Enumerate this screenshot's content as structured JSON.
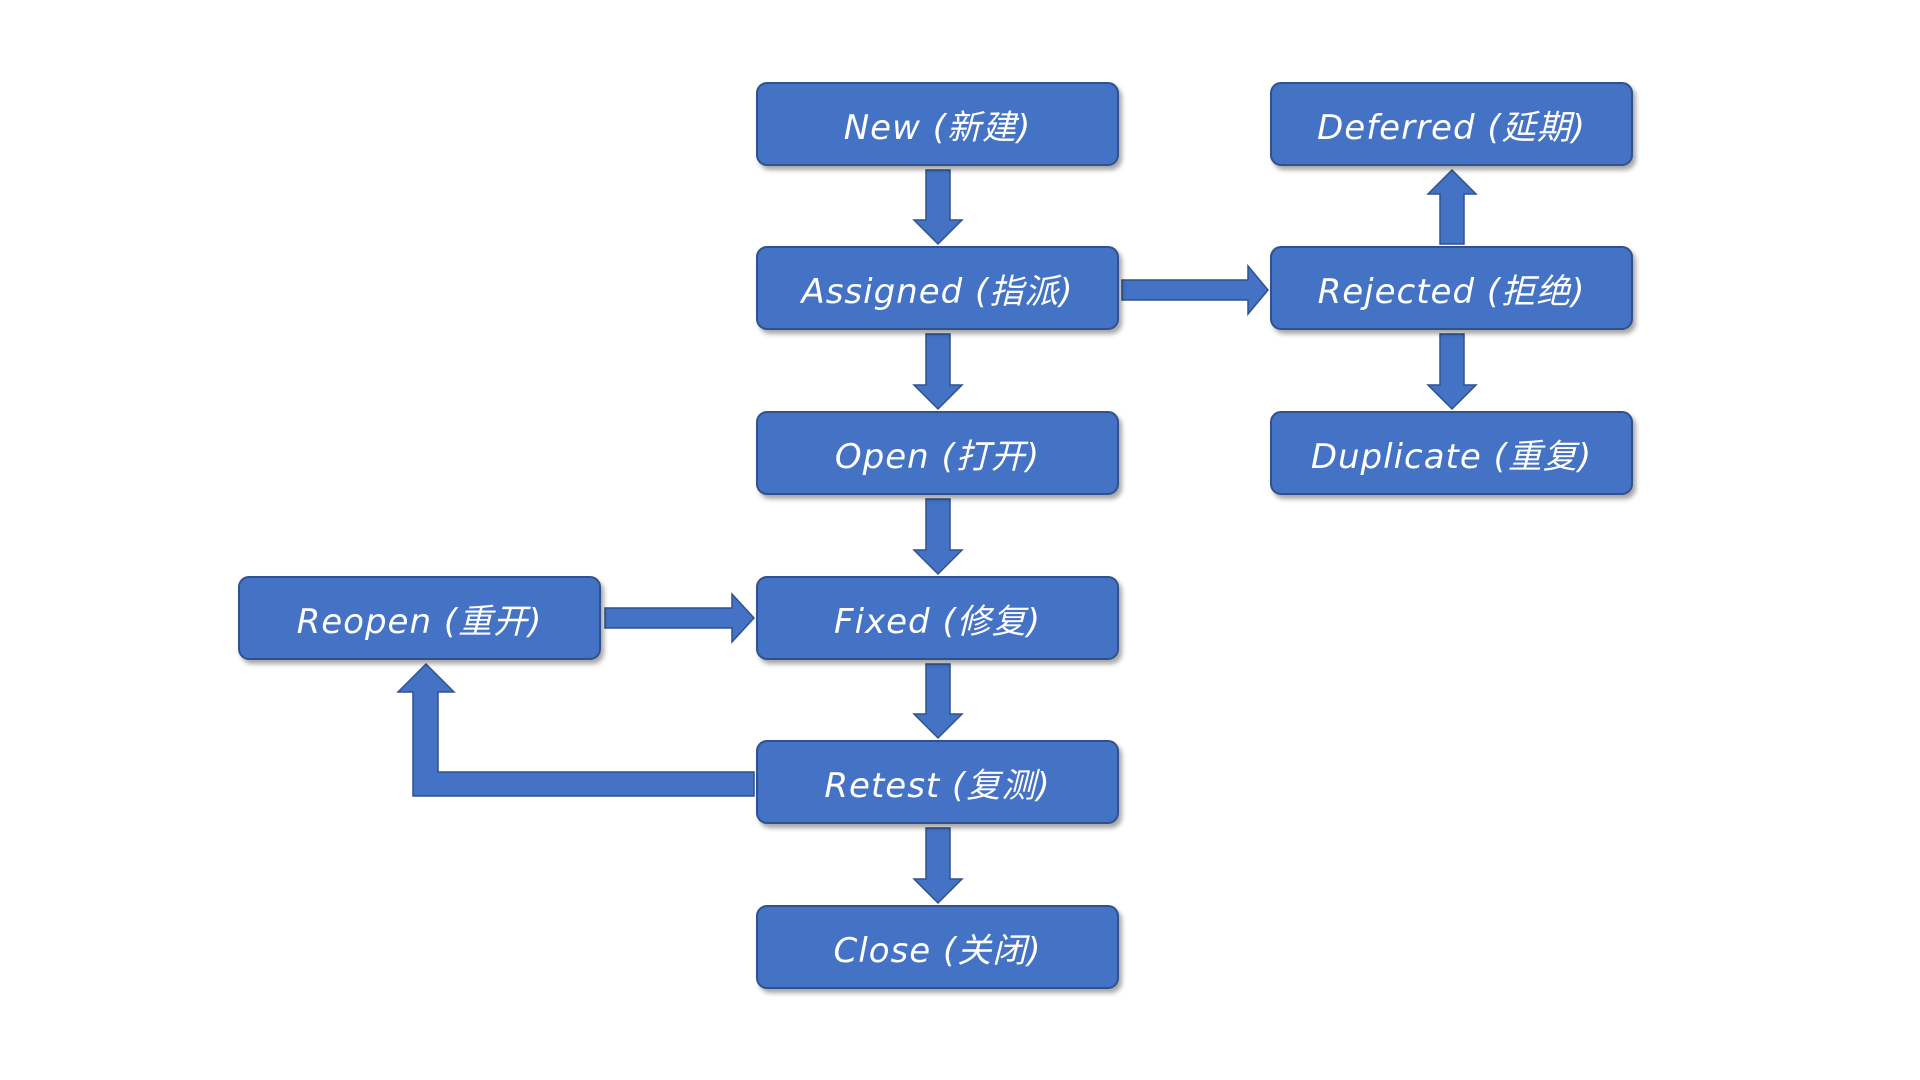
{
  "diagram": {
    "type": "flowchart",
    "colors": {
      "node_fill": "#4472c4",
      "node_border": "#2f528f",
      "arrow_fill": "#4472c4",
      "arrow_border": "#2f528f",
      "text": "#ffffff"
    },
    "nodes": {
      "new": "New (新建)",
      "assigned": "Assigned (指派)",
      "open": "Open (打开)",
      "fixed": "Fixed (修复)",
      "retest": "Retest (复测)",
      "close": "Close (关闭)",
      "reopen": "Reopen (重开)",
      "deferred": "Deferred (延期)",
      "rejected": "Rejected (拒绝)",
      "duplicate": "Duplicate (重复)"
    },
    "edges": [
      {
        "from": "new",
        "to": "assigned"
      },
      {
        "from": "assigned",
        "to": "open"
      },
      {
        "from": "open",
        "to": "fixed"
      },
      {
        "from": "fixed",
        "to": "retest"
      },
      {
        "from": "retest",
        "to": "close"
      },
      {
        "from": "retest",
        "to": "reopen"
      },
      {
        "from": "reopen",
        "to": "fixed"
      },
      {
        "from": "assigned",
        "to": "rejected"
      },
      {
        "from": "rejected",
        "to": "deferred"
      },
      {
        "from": "rejected",
        "to": "duplicate"
      }
    ]
  }
}
